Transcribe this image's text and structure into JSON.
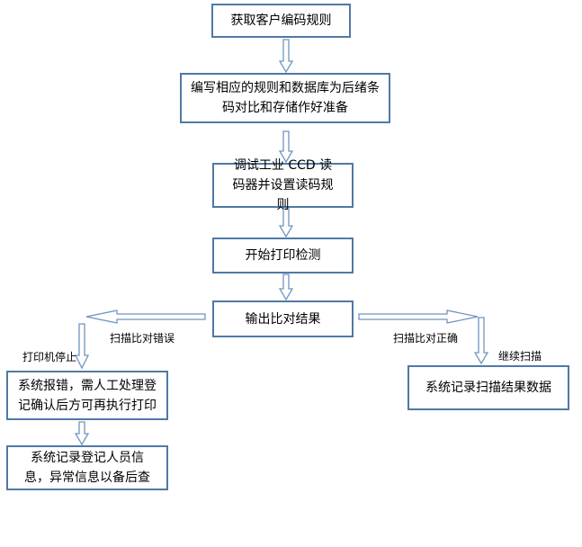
{
  "steps": {
    "get_rules": "获取客户编码规则",
    "write_rules": "编写相应的规则和数据库为后绪条码对比和存储作好准备",
    "debug_reader": "调试工业 CCD 读码器并设置读码规则",
    "start_check": "开始打印检测",
    "output_result": "输出比对结果",
    "error_box": "系统报错，需人工处理登记确认后方可再执行打印",
    "record_person": "系统记录登记人员信息，异常信息以备后查",
    "record_scan": "系统记录扫描结果数据"
  },
  "labels": {
    "scan_error": "扫描比对错误",
    "printer_stop": "打印机停止",
    "scan_ok": "扫描比对正确",
    "continue_scan": "继续扫描"
  }
}
